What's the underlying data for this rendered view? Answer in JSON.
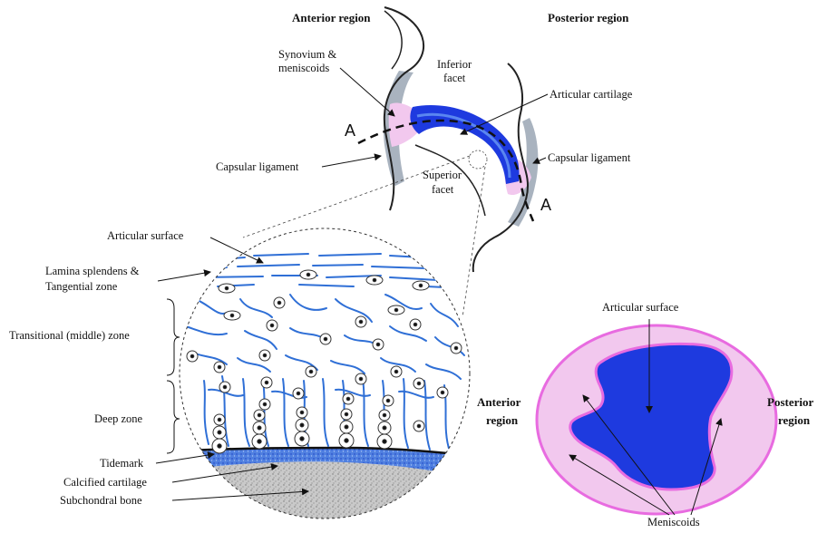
{
  "title_labels": {
    "anterior_top": "Anterior region",
    "posterior_top": "Posterior region"
  },
  "facet_labels": {
    "synovium_1": "Synovium &",
    "synovium_2": "meniscoids",
    "inferior_1": "Inferior",
    "inferior_2": "facet",
    "articular_cartilage": "Articular cartilage",
    "capsular_left": "Capsular ligament",
    "capsular_right": "Capsular ligament",
    "superior_1": "Superior",
    "superior_2": "facet",
    "section_a": "A"
  },
  "cartilage_labels": {
    "articular_surface": "Articular surface",
    "lamina_1": "Lamina splendens &",
    "lamina_2": "Tangential zone",
    "transitional": "Transitional (middle) zone",
    "deep": "Deep zone",
    "tidemark": "Tidemark",
    "calcified": "Calcified cartilage",
    "subchondral": "Subchondral bone"
  },
  "section_labels": {
    "articular_surface": "Articular surface",
    "anterior_1": "Anterior",
    "anterior_2": "region",
    "posterior_1": "Posterior",
    "posterior_2": "region",
    "meniscoids": "Meniscoids"
  },
  "colors": {
    "cartilage_blue": "#1e3adf",
    "fiber_blue": "#2f6fd6",
    "synovium_pink": "#f2c8ee",
    "border_pink": "#e86be0",
    "ligament_grey": "#9aa6b4",
    "bone_grey": "#bfbfbf"
  }
}
